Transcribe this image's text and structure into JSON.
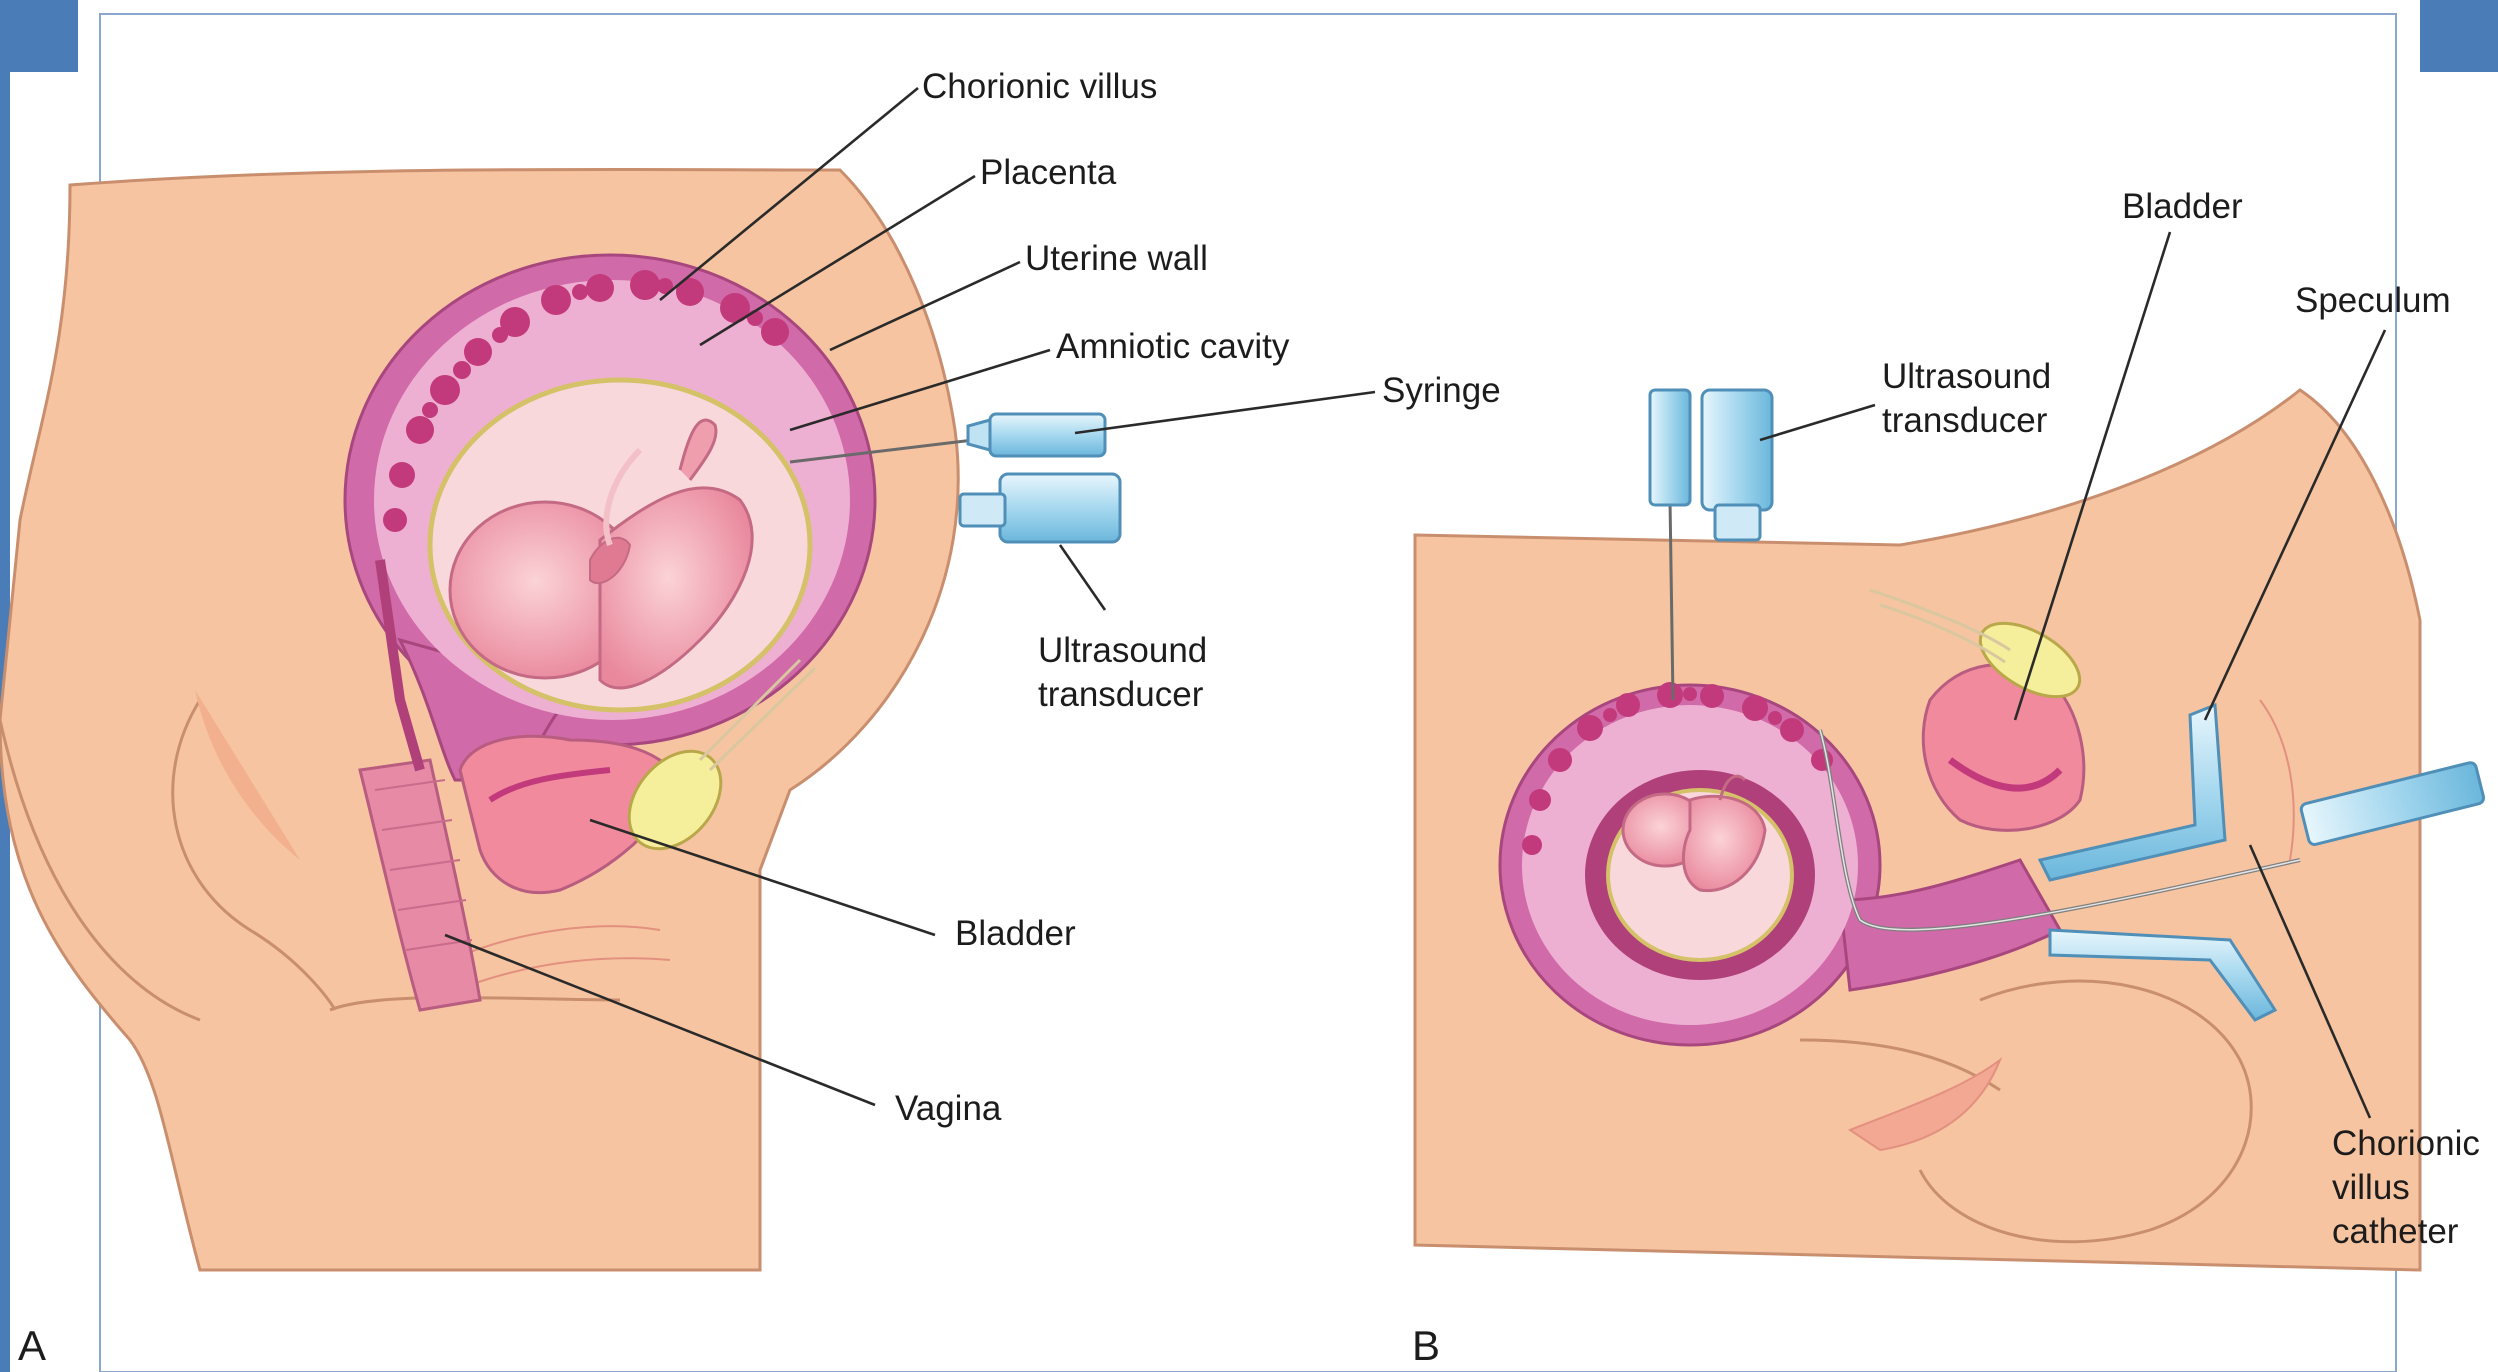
{
  "panel_a": {
    "letter": "A",
    "labels": {
      "chorionic_villus": "Chorionic villus",
      "placenta": "Placenta",
      "uterine_wall": "Uterine wall",
      "amniotic_cavity": "Amniotic cavity",
      "syringe": "Syringe",
      "ultrasound_line1": "Ultrasound",
      "ultrasound_line2": "transducer",
      "bladder": "Bladder",
      "vagina": "Vagina"
    }
  },
  "panel_b": {
    "letter": "B",
    "labels": {
      "ultrasound_line1": "Ultrasound",
      "ultrasound_line2": "transducer",
      "bladder": "Bladder",
      "speculum": "Speculum",
      "catheter_line1": "Chorionic",
      "catheter_line2": "villus",
      "catheter_line3": "catheter"
    }
  },
  "colors": {
    "skin": "#f6c4a0",
    "skin_edge": "#c98e6e",
    "uterus": "#d16aa8",
    "uterus_light": "#eeb0d2",
    "placenta": "#c23a7c",
    "amnion": "#f9d8dc",
    "fetus": "#ef9eae",
    "bladder_fill": "#f08a9c",
    "bone": "#f5ee9a",
    "instrument": "#9fd3ec",
    "slide_frame": "#4a7db8"
  }
}
